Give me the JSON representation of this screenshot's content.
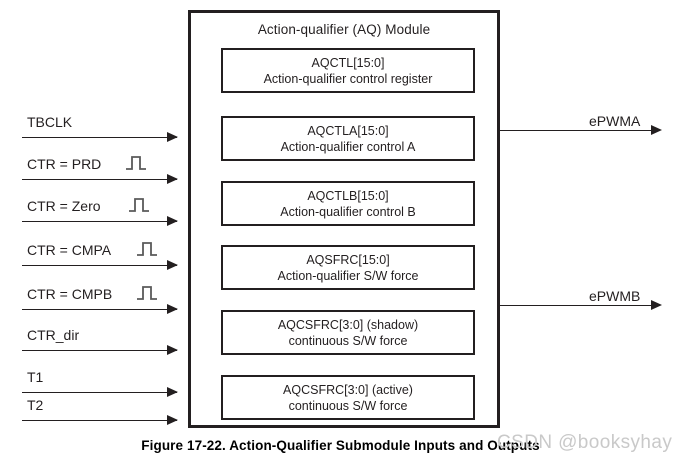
{
  "figure": {
    "caption": "Figure 17-22. Action-Qualifier Submodule Inputs and Outputs",
    "watermark": "CSDN @booksyhay",
    "line_color": "#231f20",
    "watermark_color": "#c9c9c9",
    "background": "#ffffff"
  },
  "module": {
    "title": "Action-qualifier (AQ) Module",
    "registers": [
      {
        "name": "AQCTL[15:0]",
        "description": "Action-qualifier control register"
      },
      {
        "name": "AQCTLA[15:0]",
        "description": "Action-qualifier control A"
      },
      {
        "name": "AQCTLB[15:0]",
        "description": "Action-qualifier control B"
      },
      {
        "name": "AQSFRC[15:0]",
        "description": "Action-qualifier S/W force"
      },
      {
        "name": "AQCSFRC[3:0] (shadow)",
        "description": "continuous S/W force"
      },
      {
        "name": "AQCSFRC[3:0] (active)",
        "description": "continuous S/W force"
      }
    ]
  },
  "inputs": [
    {
      "label": "TBCLK",
      "pulse": false
    },
    {
      "label": "CTR = PRD",
      "pulse": true
    },
    {
      "label": "CTR = Zero",
      "pulse": true
    },
    {
      "label": "CTR = CMPA",
      "pulse": true
    },
    {
      "label": "CTR = CMPB",
      "pulse": true
    },
    {
      "label": "CTR_dir",
      "pulse": false
    },
    {
      "label": "T1",
      "pulse": false
    },
    {
      "label": "T2",
      "pulse": false
    }
  ],
  "outputs": [
    {
      "label": "ePWMA"
    },
    {
      "label": "ePWMB"
    }
  ]
}
